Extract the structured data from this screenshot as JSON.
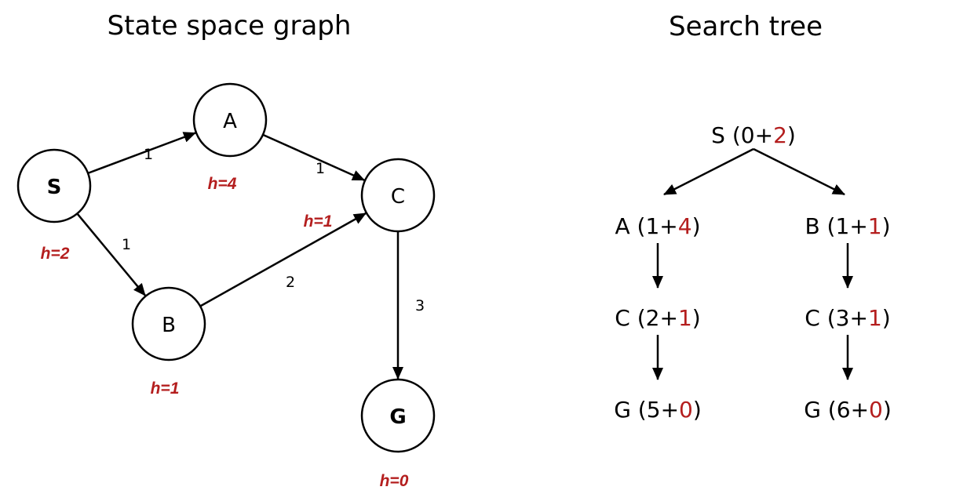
{
  "colors": {
    "accent": "#b41e1e",
    "ink": "#000000"
  },
  "graph": {
    "title": "State space graph",
    "nodes": [
      {
        "id": "S",
        "label": "S",
        "bold": true,
        "h_label": "h=2"
      },
      {
        "id": "A",
        "label": "A",
        "bold": false,
        "h_label": "h=4"
      },
      {
        "id": "B",
        "label": "B",
        "bold": false,
        "h_label": "h=1"
      },
      {
        "id": "C",
        "label": "C",
        "bold": false,
        "h_label": "h=1"
      },
      {
        "id": "G",
        "label": "G",
        "bold": true,
        "h_label": "h=0"
      }
    ],
    "edges": [
      {
        "from": "S",
        "to": "A",
        "cost": "1"
      },
      {
        "from": "S",
        "to": "B",
        "cost": "1"
      },
      {
        "from": "A",
        "to": "C",
        "cost": "1"
      },
      {
        "from": "B",
        "to": "C",
        "cost": "2"
      },
      {
        "from": "C",
        "to": "G",
        "cost": "3"
      }
    ]
  },
  "tree": {
    "title": "Search tree",
    "nodes": [
      {
        "id": "t_s",
        "name": "S",
        "g": "0",
        "h": "2"
      },
      {
        "id": "t_a",
        "name": "A",
        "g": "1",
        "h": "4"
      },
      {
        "id": "t_b",
        "name": "B",
        "g": "1",
        "h": "1"
      },
      {
        "id": "t_ac",
        "name": "C",
        "g": "2",
        "h": "1"
      },
      {
        "id": "t_bc",
        "name": "C",
        "g": "3",
        "h": "1"
      },
      {
        "id": "t_acg",
        "name": "G",
        "g": "5",
        "h": "0"
      },
      {
        "id": "t_bcg",
        "name": "G",
        "g": "6",
        "h": "0"
      }
    ],
    "edges": [
      {
        "from": "t_s",
        "to": "t_a"
      },
      {
        "from": "t_s",
        "to": "t_b"
      },
      {
        "from": "t_a",
        "to": "t_ac"
      },
      {
        "from": "t_b",
        "to": "t_bc"
      },
      {
        "from": "t_ac",
        "to": "t_acg"
      },
      {
        "from": "t_bc",
        "to": "t_bcg"
      }
    ]
  }
}
